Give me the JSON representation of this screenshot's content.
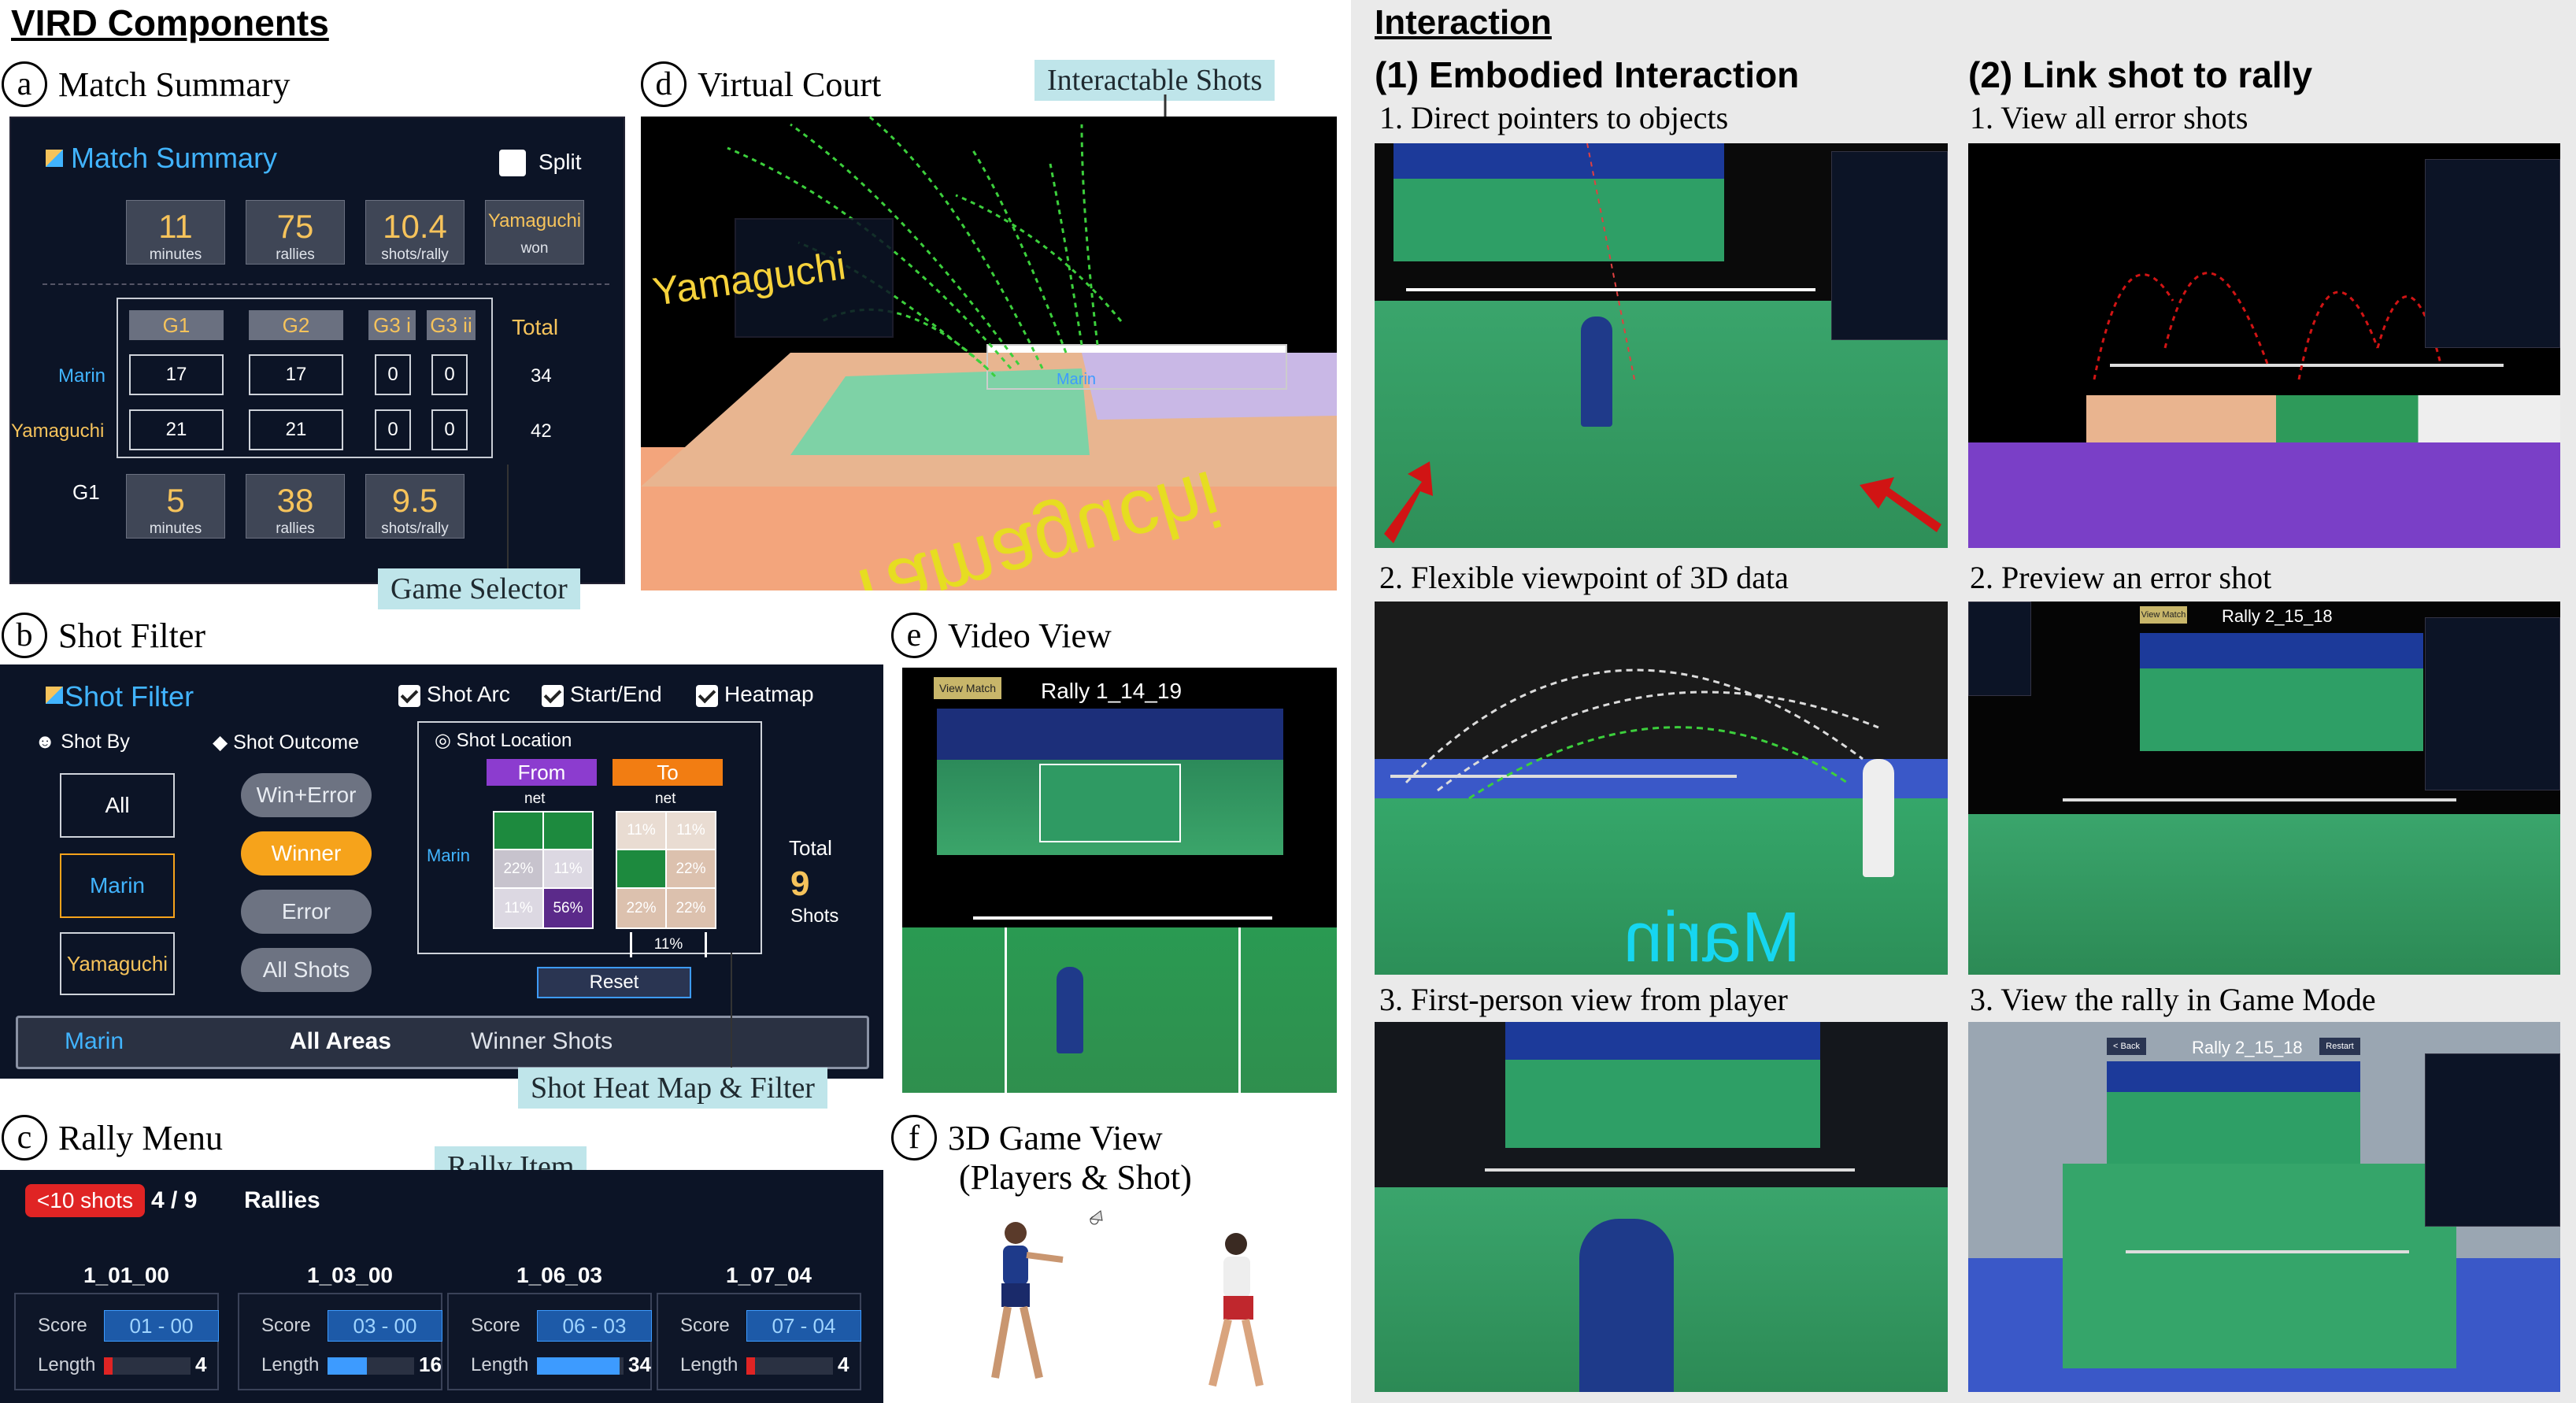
{
  "titles": {
    "left": "VIRD Components",
    "right": "Interaction"
  },
  "sections": {
    "a": {
      "letter": "a",
      "title": "Match Summary"
    },
    "b": {
      "letter": "b",
      "title": "Shot Filter"
    },
    "c": {
      "letter": "c",
      "title": "Rally Menu"
    },
    "d": {
      "letter": "d",
      "title": "Virtual Court"
    },
    "e": {
      "letter": "e",
      "title": "Video View"
    },
    "f": {
      "letter": "f",
      "title_line1": "3D Game View",
      "title_line2": "(Players & Shot)"
    }
  },
  "callouts": {
    "interactable": "Interactable Shots",
    "game_selector": "Game Selector",
    "heatmap_filter": "Shot Heat Map & Filter",
    "rally_item": "Rally Item"
  },
  "match_summary": {
    "panel_title": "Match Summary",
    "split_label": "Split",
    "stats_top": [
      {
        "value": "11",
        "label": "minutes"
      },
      {
        "value": "75",
        "label": "rallies"
      },
      {
        "value": "10.4",
        "label": "shots/rally"
      },
      {
        "value": "Yamaguchi",
        "label": "won"
      }
    ],
    "games": [
      "G1",
      "G2",
      "G3 i",
      "G3 ii"
    ],
    "total_label": "Total",
    "players": [
      {
        "name": "Marin",
        "scores": [
          "17",
          "17",
          "0",
          "0"
        ],
        "total": "34"
      },
      {
        "name": "Yamaguchi",
        "scores": [
          "21",
          "21",
          "0",
          "0"
        ],
        "total": "42"
      }
    ],
    "game_label": "G1",
    "stats_bottom": [
      {
        "value": "5",
        "label": "minutes"
      },
      {
        "value": "38",
        "label": "rallies"
      },
      {
        "value": "9.5",
        "label": "shots/rally"
      }
    ]
  },
  "shot_filter": {
    "panel_title": "Shot Filter",
    "checks": [
      "Shot Arc",
      "Start/End",
      "Heatmap"
    ],
    "shot_by": "Shot By",
    "shot_outcome": "Shot Outcome",
    "shot_location": "Shot Location",
    "players": [
      "All",
      "Marin",
      "Yamaguchi"
    ],
    "outcomes": [
      "Win+Error",
      "Winner",
      "Error",
      "All Shots"
    ],
    "from_label": "From",
    "to_label": "To",
    "net": "net",
    "marin": "Marin",
    "from_cells": [
      "",
      "",
      "22%",
      "11%",
      "11%",
      "56%"
    ],
    "to_cells": [
      "11%",
      "11%",
      "",
      "22%",
      "22%",
      "22%"
    ],
    "out_pct": "11%",
    "total_label": "Total",
    "total_value": "9",
    "shots_label": "Shots",
    "reset": "Reset",
    "status": [
      "Marin",
      "All Areas",
      "Winner Shots"
    ]
  },
  "rally_menu": {
    "badge": "<10 shots",
    "count": "4 / 9",
    "rallies_label": "Rallies",
    "score_label": "Score",
    "length_label": "Length",
    "items": [
      {
        "id": "1_01_00",
        "score": "01 - 00",
        "length": "4",
        "frac": 0.1,
        "color": "#e02424"
      },
      {
        "id": "1_03_00",
        "score": "03 - 00",
        "length": "16",
        "frac": 0.45,
        "color": "#3d9bff"
      },
      {
        "id": "1_06_03",
        "score": "06 - 03",
        "length": "34",
        "frac": 0.95,
        "color": "#3d9bff"
      },
      {
        "id": "1_07_04",
        "score": "07 - 04",
        "length": "4",
        "frac": 0.1,
        "color": "#e02424"
      }
    ]
  },
  "virtual_court": {
    "player_top": "Yamaguchi",
    "player_floor": "Yamaguchi",
    "player_net": "Marin"
  },
  "video_view": {
    "view_match": "View Match",
    "rally": "Rally 1_14_19"
  },
  "interaction": {
    "col1_title": "(1) Embodied Interaction",
    "col2_title": "(2) Link shot to rally",
    "col1": [
      "1. Direct pointers to objects",
      "2. Flexible viewpoint of 3D data",
      "3. First-person view from player"
    ],
    "col2": [
      "1. View all error shots",
      "2. Preview an error shot",
      "3. View the rally in Game Mode"
    ],
    "overlay": {
      "rally_a": "Rally 2_15_18",
      "rally_b": "Rally 2_15_18",
      "view_match": "View Match",
      "back": "< Back",
      "restart": "Restart",
      "marin": "Marin"
    }
  }
}
